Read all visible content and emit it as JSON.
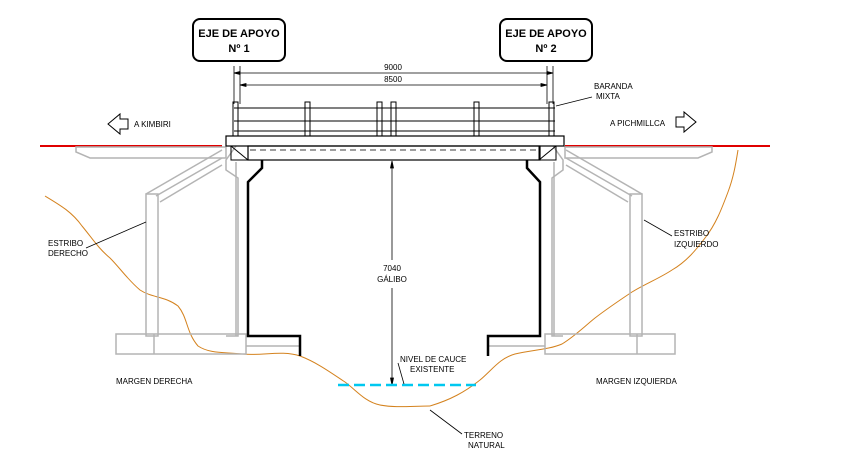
{
  "supports": [
    {
      "line1": "EJE DE APOYO",
      "line2": "Nº 1"
    },
    {
      "line1": "EJE DE APOYO",
      "line2": "Nº 2"
    }
  ],
  "dimensions": {
    "total": "9000",
    "span": "8500"
  },
  "railing": {
    "line1": "BARANDA",
    "line2": "MIXTA"
  },
  "directions": {
    "left": "A KIMBIRI",
    "right": "A PICHMILLCA"
  },
  "abutments": {
    "right": {
      "line1": "ESTRIBO",
      "line2": "DERECHO"
    },
    "left": {
      "line1": "ESTRIBO",
      "line2": "IZQUIERDO"
    }
  },
  "clearance": {
    "value": "7040",
    "label": "GÁLIBO"
  },
  "water_level": {
    "line1": "NIVEL DE CAUCE",
    "line2": "EXISTENTE"
  },
  "terrain": {
    "line1": "TERRENO",
    "line2": "NATURAL"
  },
  "banks": {
    "right": "MARGEN DERECHA",
    "left": "MARGEN IZQUIERDA"
  },
  "colors": {
    "structure": "#000000",
    "concrete": "#b4b4b4",
    "terrain": "#d4821e",
    "road": "#e00000",
    "water": "#00c8f0"
  }
}
